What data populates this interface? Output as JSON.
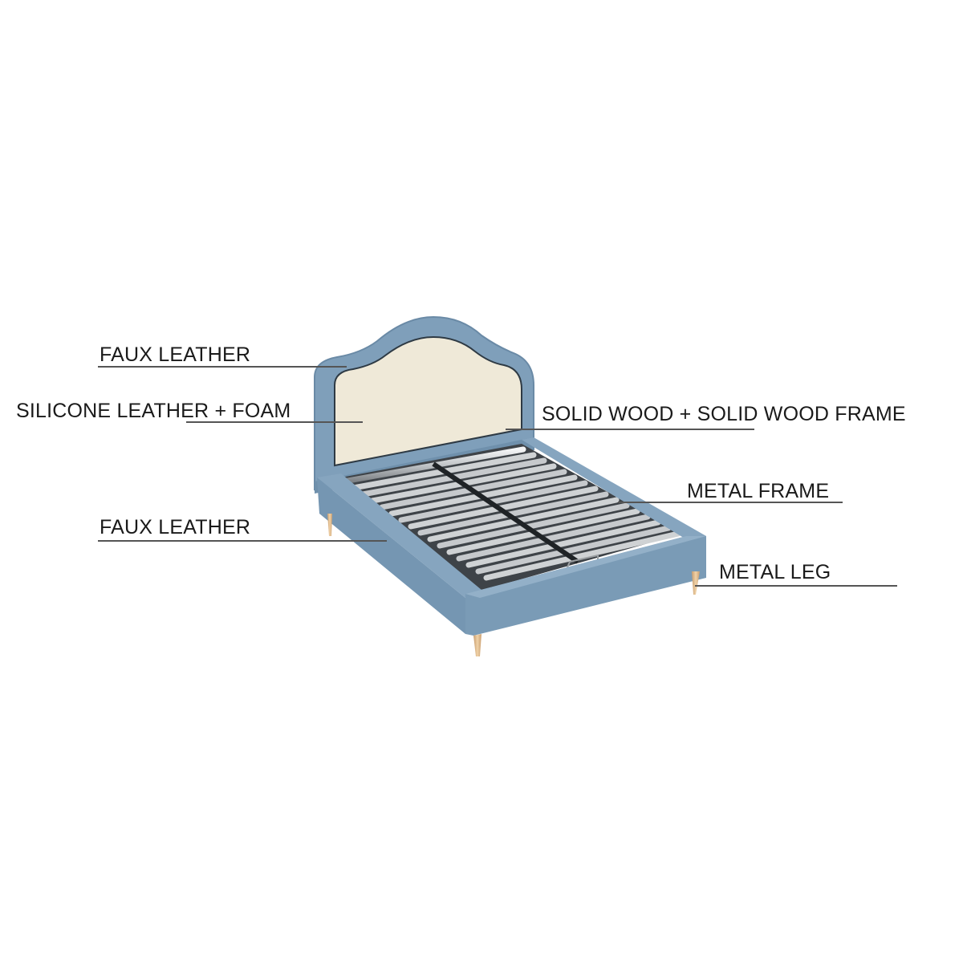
{
  "diagram": {
    "subject": "Upholstered bed with curved headboard and metal slat frame",
    "colors": {
      "upholstery": "#7f9fba",
      "upholstery_dark": "#6a8aa6",
      "headboard_panel": "#efe9d8",
      "slats": "#c9ccce",
      "legs": "#d9b48a",
      "leader_line": "#555555",
      "text": "#1a1a1a"
    },
    "callouts": [
      {
        "id": "headboard-border",
        "text": "FAUX LEATHER"
      },
      {
        "id": "headboard-panel",
        "text": "SILICONE LEATHER + FOAM"
      },
      {
        "id": "headboard-frame",
        "text": "SOLID WOOD + SOLID WOOD FRAME"
      },
      {
        "id": "slat-frame",
        "text": "METAL FRAME"
      },
      {
        "id": "side-rail",
        "text": "FAUX LEATHER"
      },
      {
        "id": "leg",
        "text": "METAL LEG"
      }
    ]
  }
}
